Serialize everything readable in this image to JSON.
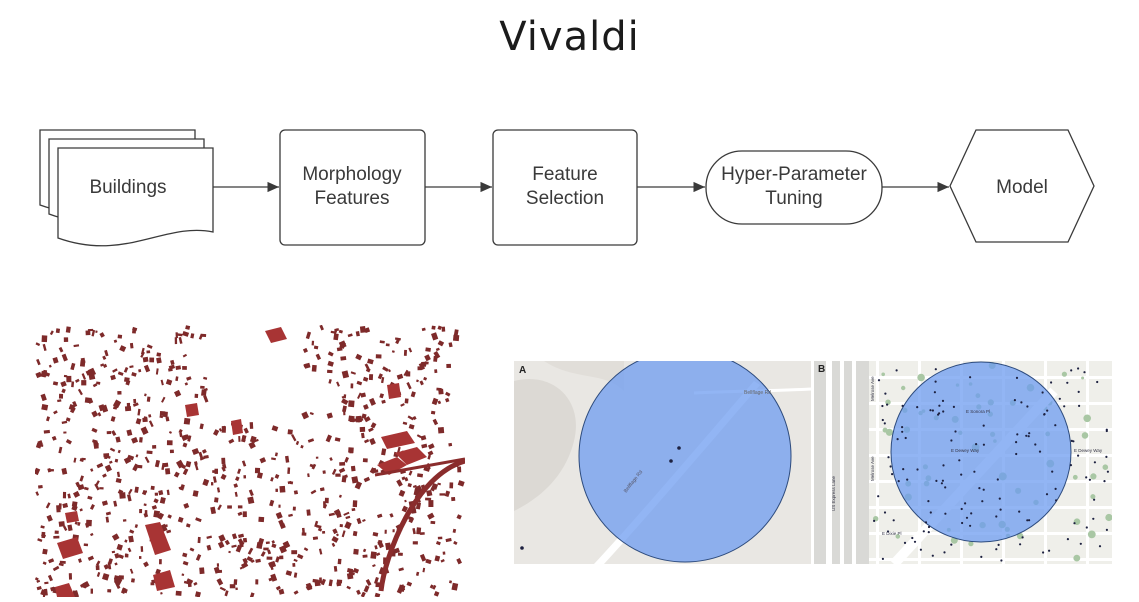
{
  "title": "Vivaldi",
  "flowchart": {
    "nodes": [
      {
        "id": "buildings",
        "label_lines": [
          "Buildings"
        ]
      },
      {
        "id": "morphology",
        "label_lines": [
          "Morphology",
          "Features"
        ]
      },
      {
        "id": "feature_selection",
        "label_lines": [
          "Feature",
          "Selection"
        ]
      },
      {
        "id": "hyper_parameter",
        "label_lines": [
          "Hyper-Parameter",
          "Tuning"
        ]
      },
      {
        "id": "model",
        "label_lines": [
          "Model"
        ]
      }
    ],
    "edges": [
      [
        "buildings",
        "morphology"
      ],
      [
        "morphology",
        "feature_selection"
      ],
      [
        "feature_selection",
        "hyper_parameter"
      ],
      [
        "hyper_parameter",
        "model"
      ]
    ]
  },
  "building_map": {
    "colors": {
      "building": "#7e2a2a",
      "large_building": "#b23535",
      "background": "#ffffff"
    }
  },
  "buffer_maps": {
    "panel_a": {
      "label": "A",
      "street_label": "Bellflage Rd",
      "street_label_2": "Bellflage Rd"
    },
    "panel_b": {
      "label": "B",
      "street_labels": [
        "E Dewey Way",
        "E Sonora Pl",
        "US Express Lane",
        "E Dewey Way",
        "E Dixie Pl",
        "Melrose Ave",
        "Melrose Ave"
      ]
    },
    "colors": {
      "buffer": "#6d9cf0",
      "buffer_opacity": "0.75",
      "terrain": "#e9e7e3",
      "point": "#1d2140"
    }
  }
}
